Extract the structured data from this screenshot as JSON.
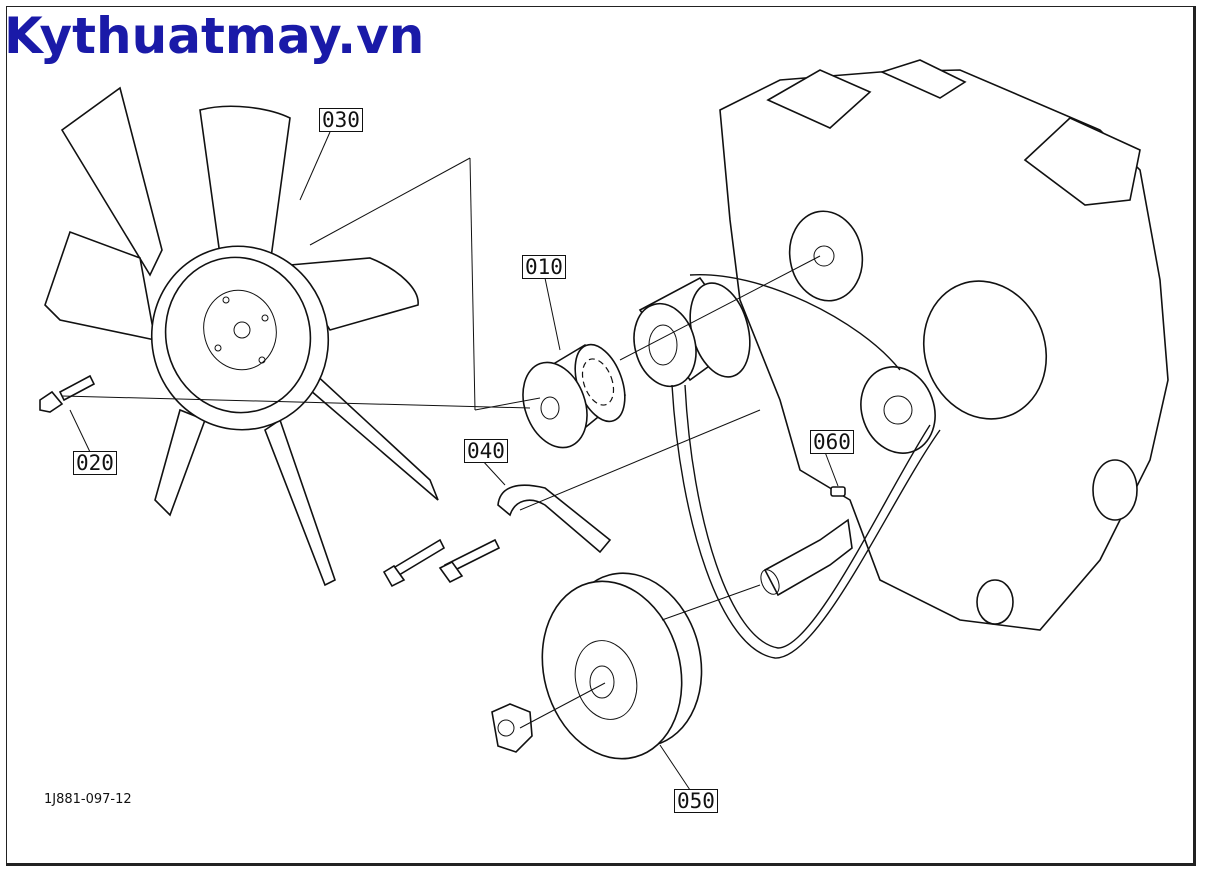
{
  "watermark": "Kythuatmay.vn",
  "drawing_code": "1J881-097-12",
  "parts": [
    {
      "id": "010",
      "name": "fan-spacer"
    },
    {
      "id": "020",
      "name": "bolt"
    },
    {
      "id": "030",
      "name": "fan"
    },
    {
      "id": "040",
      "name": "bracket"
    },
    {
      "id": "050",
      "name": "crank-pulley"
    },
    {
      "id": "060",
      "name": "key"
    }
  ]
}
